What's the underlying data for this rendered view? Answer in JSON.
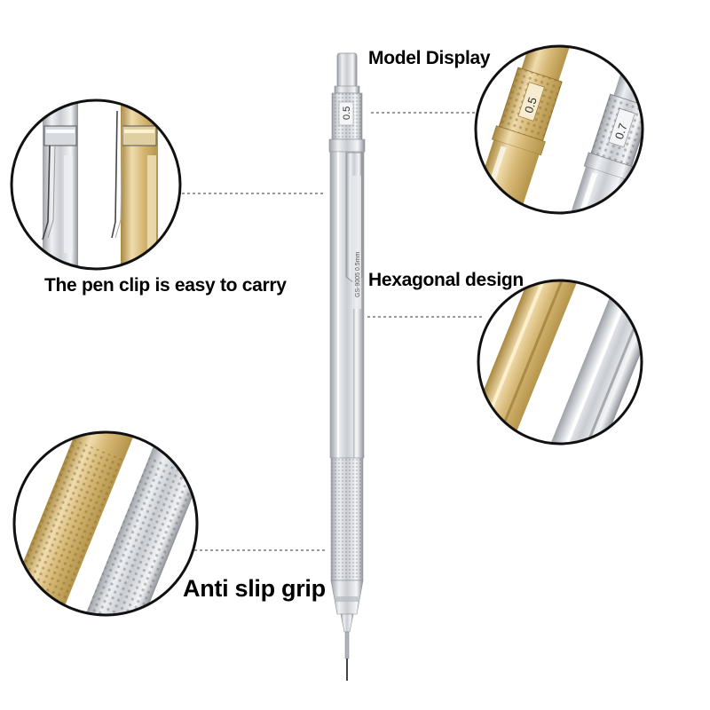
{
  "callouts": {
    "model_display": "Model Display",
    "pen_clip": "The pen clip is easy to carry",
    "hexagonal": "Hexagonal design",
    "anti_slip": "Anti slip grip"
  },
  "pen": {
    "size_marking": "0.5",
    "barrel_text": "GS-9005 0.5mm"
  },
  "zoom_model": {
    "gold_size": "0.5",
    "silver_size": "0.7"
  },
  "colors": {
    "silver": "#c9ccd1",
    "silver_light": "#eef0f3",
    "silver_dark": "#8e9298",
    "gold": "#d6b774",
    "gold_light": "#f0dcae",
    "gold_dark": "#a8883e",
    "line": "#333333"
  }
}
